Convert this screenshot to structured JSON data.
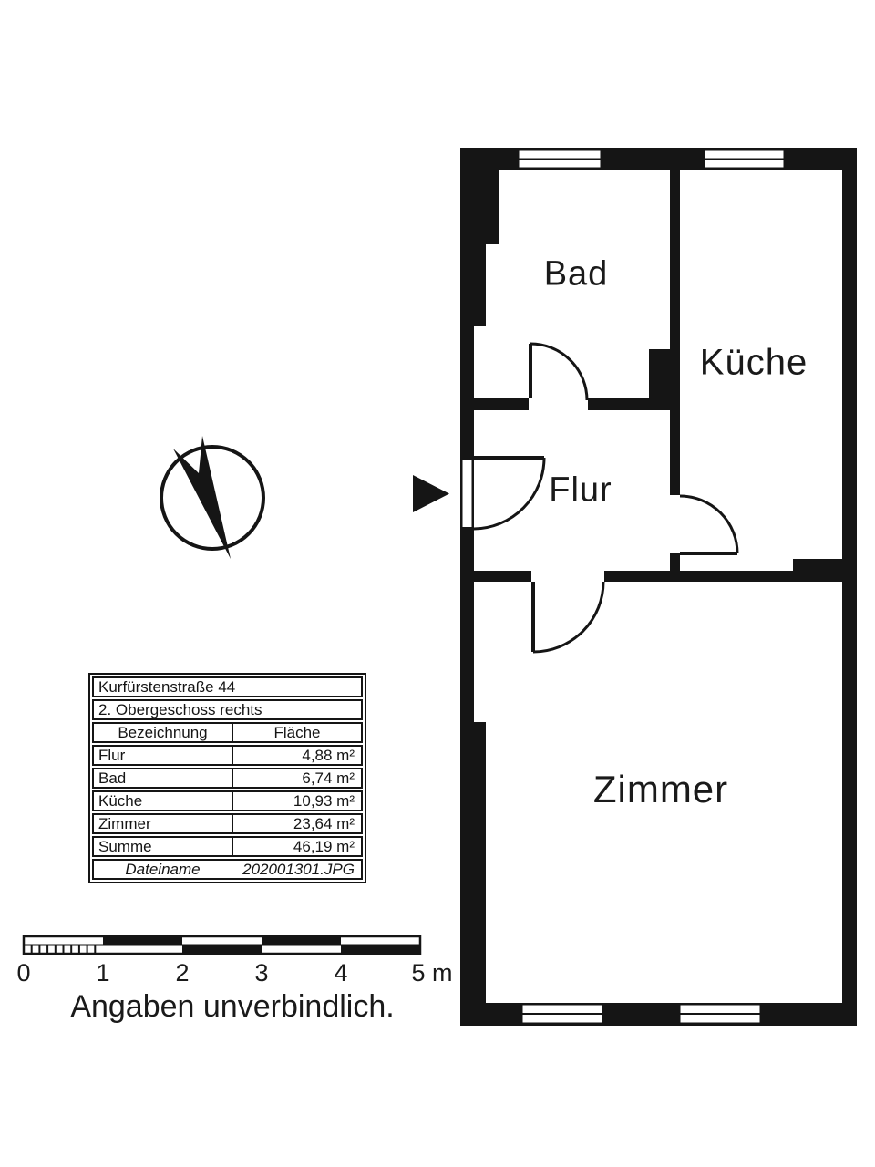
{
  "floor_plan": {
    "rooms": [
      {
        "label": "Bad"
      },
      {
        "label": "Küche"
      },
      {
        "label": "Flur"
      },
      {
        "label": "Zimmer"
      }
    ],
    "compass": "north-arrow",
    "entrance_marker": "entrance-arrow"
  },
  "info_table": {
    "address_line1": "Kurfürstenstraße 44",
    "address_line2": "2. Obergeschoss rechts",
    "columns": {
      "name": "Bezeichnung",
      "area": "Fläche"
    },
    "rows": [
      [
        "Flur",
        "4,88 m²"
      ],
      [
        "Bad",
        "6,74 m²"
      ],
      [
        "Küche",
        "10,93 m²"
      ],
      [
        "Zimmer",
        "23,64 m²"
      ],
      [
        "Summe",
        "46,19 m²"
      ]
    ],
    "file_row": {
      "label": "Dateiname",
      "value": "202001301.JPG"
    }
  },
  "scale_bar": {
    "tick_labels": [
      "0",
      "1",
      "2",
      "3",
      "4",
      "5 m"
    ],
    "unit": "m"
  },
  "notice": "Angaben unverbindlich.",
  "colors": {
    "wall": "#151515",
    "background": "#ffffff"
  }
}
